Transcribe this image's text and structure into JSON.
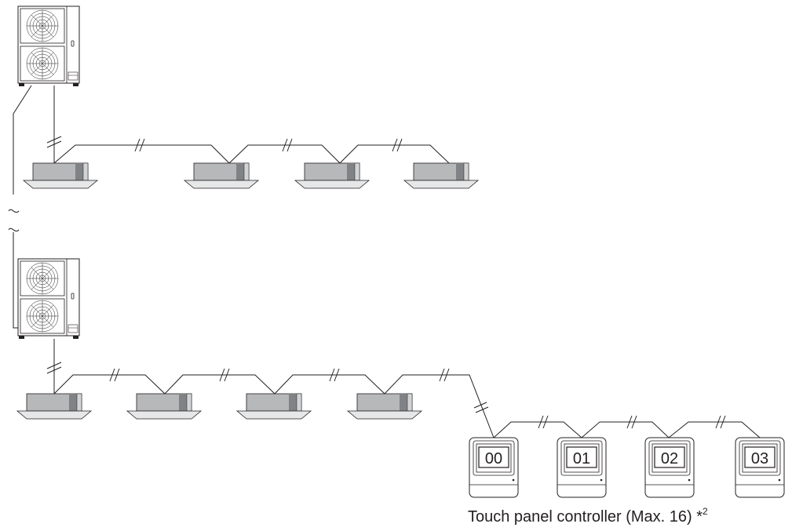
{
  "controllers": [
    "00",
    "01",
    "02",
    "03"
  ],
  "caption": {
    "text": "Touch panel controller (Max. 16) *",
    "superscript": "2"
  },
  "colors": {
    "line": "#231f20",
    "unit_fill": "#b7b8ba",
    "unit_dark": "#808285",
    "panel_fill": "#e6e7e8"
  }
}
